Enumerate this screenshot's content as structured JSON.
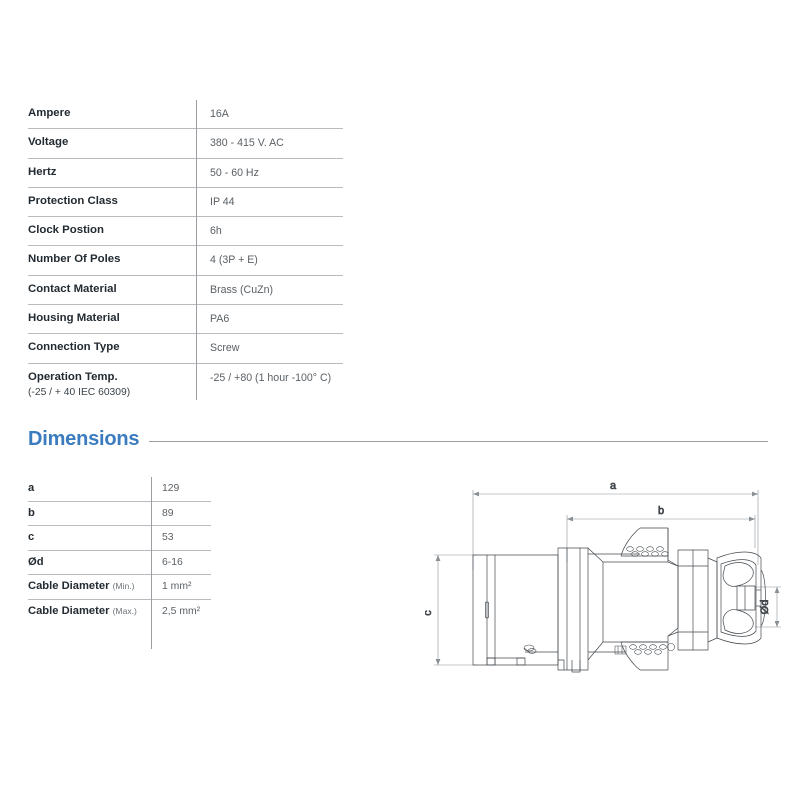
{
  "specifications": {
    "rows": [
      {
        "label": "Ampere",
        "sub": "",
        "value": "16A"
      },
      {
        "label": "Voltage",
        "sub": "",
        "value": "380 - 415 V. AC"
      },
      {
        "label": "Hertz",
        "sub": "",
        "value": "50 - 60 Hz"
      },
      {
        "label": "Protection Class",
        "sub": "",
        "value": "IP 44"
      },
      {
        "label": "Clock Postion",
        "sub": "",
        "value": "6h"
      },
      {
        "label": "Number Of Poles",
        "sub": "",
        "value": "4 (3P + E)"
      },
      {
        "label": "Contact Material",
        "sub": "",
        "value": "Brass (CuZn)"
      },
      {
        "label": "Housing Material",
        "sub": "",
        "value": "PA6"
      },
      {
        "label": "Connection Type",
        "sub": "",
        "value": "Screw"
      },
      {
        "label": "Operation Temp.",
        "sub": "(-25 / + 40 IEC 60309)",
        "value": "-25 / +80 (1 hour -100° C)"
      }
    ]
  },
  "dimensions_section": {
    "title": "Dimensions",
    "accent_color": "#3b7cbf",
    "rows": [
      {
        "label": "a",
        "qualifier": "",
        "value": "129"
      },
      {
        "label": "b",
        "qualifier": "",
        "value": "89"
      },
      {
        "label": "c",
        "qualifier": "",
        "value": "53"
      },
      {
        "label": "Ød",
        "qualifier": "",
        "value": "6-16"
      },
      {
        "label": "Cable Diameter ",
        "qualifier": "(Min.)",
        "value": "1 mm²"
      },
      {
        "label": "Cable Diameter ",
        "qualifier": "(Max.)",
        "value": "2,5 mm²"
      }
    ]
  },
  "drawing": {
    "labels": {
      "a": "a",
      "b": "b",
      "c": "c",
      "od": "Ød"
    }
  }
}
